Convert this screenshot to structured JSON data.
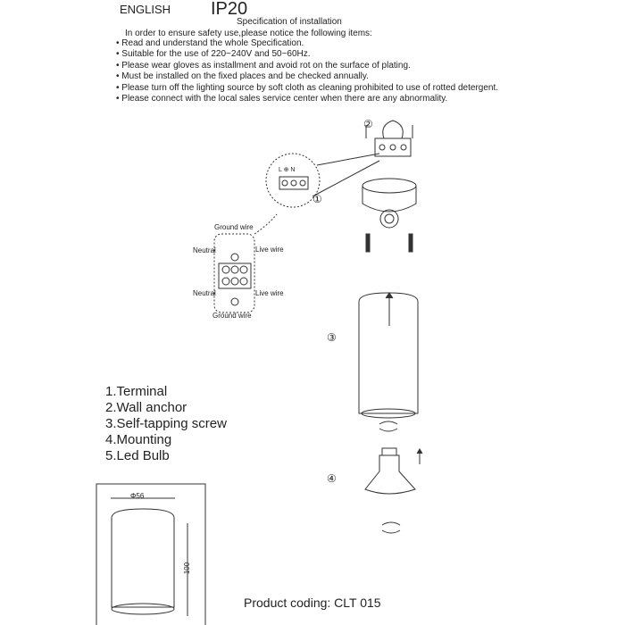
{
  "header": {
    "language": "ENGLISH",
    "rating": "IP20",
    "title": "Specification of installation"
  },
  "intro": "In order to ensure safety use,please notice the following items:",
  "bullets": [
    "Read and understand the whole Specification.",
    "Suitable for the use of 220~240V and 50~60Hz.",
    "Please wear gloves as installment and avoid rot on the surface of plating.",
    "Must be installed on the fixed places and be checked annually.",
    "Please turn off the lighting source by soft cloth as cleaning prohibited to use of rotted detergent.",
    "Please connect with the local sales service center when there are any abnormality."
  ],
  "wiring": {
    "ground_top": "Ground wire",
    "neutral_top": "Neutral",
    "live_top": "Live wire",
    "neutral_bottom": "Neutral",
    "live_bottom": "Live wire",
    "ground_bottom": "Ground wire",
    "terminal_marks": "L ⊕ N"
  },
  "step_markers": [
    "①",
    "②",
    "③",
    "④"
  ],
  "parts": [
    "1.Terminal",
    "2.Wall anchor",
    "3.Self-tapping screw",
    "4.Mounting",
    "5.Led Bulb"
  ],
  "dimensions": {
    "diameter": "Φ56",
    "height": "100"
  },
  "product_code": "Product coding: CLT 015"
}
